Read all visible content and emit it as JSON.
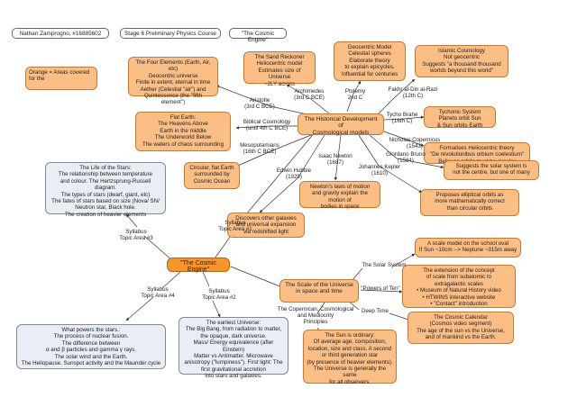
{
  "header": {
    "author": "Nathan Zamprogno, #16885602",
    "course": "Stage 6 Preliminary Physics Course",
    "title": "\"The Cosmic Engine\""
  },
  "legend": {
    "text": "Orange = Areas covered for the"
  },
  "nodes": {
    "four_elements": "The Four Elements (Earth, Air, etc)\nGeocentric universe\nFinite in extent, eternal in time\nAether (Celestial \"air\") and\nQuintessence (the \"fifth element\")",
    "sand_reckoner": "The Sand Reckoner\nHeliocentric model\nEstimates size of Universe\n~2LY across",
    "geocentric_model": "Geocentric Model\nCelestial spheres\nElaborate theory\nto explain epicycles.\nInfluential for centuries",
    "islamic": "Islamic Cosmology\nNot geocentric\nSuggests \"a thousand thousand\nworlds beyond this world\"",
    "tychonic": "Tychonic System\nPlanets orbit Sun\n& Sun orbits Earth",
    "flat_earth": "Flat Earth:\nThe Heavens Above\nEarth in the middle\nThe Underworld Below\nThe waters of chaos surrounding",
    "historical": "The Historical Development of\nCosmological models",
    "heliocentric": "Formalises Heliocentric theory\n\"De revolutionibus orbium coelestium\"\nBelieves orbits must be circular",
    "circular_flat": "Circular, flat Earth\nsurrounded by\nCosmic Ocean",
    "solar_not_centre": "Suggests the solar system is\nnot the centre, but one of many",
    "life_stars": "The Life of the Stars:\nThe relationship between temperature\nand colour. The Hertzsprung-Russell diagram.\nThe types of stars (dwarf, giant, etc)\nThe fates of stars based on size (Nova/ SN/\nNeutron star, Black hole.\nThe creation of heavier elements",
    "newton_laws": "Newton's laws of motion\nand gravity explain the motion of\nbodies in space",
    "elliptical": "Proposes elliptical orbits as\nmore mathematically correct\nthan circular orbits",
    "hubble_discover": "Discovers other galaxies\nand universal expansion\nvia redshifted light",
    "scale_model": "A scale model on the school oval\nIf Sun ~10cm --> Neptune ~315m away",
    "cosmic_engine": "\"The Cosmic Engine\"",
    "extension": "The extension of the concept\nof scale from subatomic to\nextragalactic scales\n• Museum of Natural History video\n• HTWINS interactive website\n• \"Contact\" introduction",
    "scale_universe": "The Scale of the Universe\nin space and time",
    "cosmic_calendar": "The Cosmic Calendar\n(Cosmos video segment)\nThe age of the sun vs the Universe,\nand of mankind vs the Earth.",
    "powers_stars": "What powers the stars.:\nThe process of nuclear fusion.\nThe difference between\nα and β particles and gamma γ rays.\nThe solar wind and the Earth.\nThe Heliopause. Sunspot activity and the Maunder cycle",
    "earliest_universe": "The earliest Universe:\nThe Big Bang, from radiation to matter,\nthe opaque, dark universe.\nMass/ Energy equivalence (after Einstein)\nMatter vs Antimatter. Microwave\nanisotropy (\"lumpiness\"). First light: The\nfirst gravitational accretion\ninto stars and galaxies.",
    "sun_ordinary": "The Sun is ordinary:\nOf average age, composition,\nlocation, size and class. A second\nor third generation star\n(by presence of heavier elements).\nThe Universe is generally the same\nfor all observers."
  },
  "labels": {
    "aristotle": "Aristotle\n(3rd C BCE)",
    "archimedes": "Archimedes\n(3rd C BCE)",
    "ptolemy": "Ptolemy\n2nd C",
    "fakhr": "Fakhr al-Din al-Razi\n(12th C)",
    "tycho": "Tycho Brahe\n(16th C)",
    "biblical": "Biblical Cosmology\n(until 4th C BCE)",
    "copernicus": "Nicholas Copernicus\n(1543)",
    "mesopotamians": "Mesopotamians\n(16th C BCE)",
    "bruno": "Giordano Bruno\n(1584)",
    "newton": "Isaac Newton\n(1687)",
    "kepler": "Johannes Kepler\n(1610)",
    "hubble": "Edwin Hubble\n(1929)",
    "ta1": "Syllabus\nTopic Area #1",
    "ta3": "Syllabus\nTopic Area #3",
    "ta4": "Syllabus\nTopic Area #4",
    "ta2": "Syllabus\nTopic Area #2",
    "solar_system": "The Solar System",
    "powers_ten": "\"Powers of Ten\"",
    "deep_time": "Deep Time",
    "mediocrity": "The Copernican, Cosmological\nand Mediocrity\nPrinciples"
  }
}
